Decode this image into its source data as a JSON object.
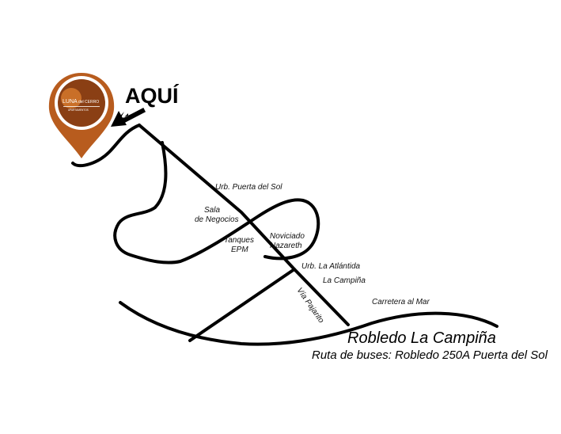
{
  "map": {
    "colors": {
      "road": "#000000",
      "pin_outer": "#b85c1e",
      "pin_inner": "#8a3f14",
      "background": "#ffffff"
    },
    "here_label": "AQUÍ",
    "logo": {
      "name_part1": "LUNA",
      "name_part2": "del CERRO",
      "tagline": "APARTAMENTOS"
    },
    "labels": {
      "urb_puerta_del_sol": "Urb. Puerta del Sol",
      "sala_line1": "Sala",
      "sala_line2": "de Negocios",
      "tanques_line1": "Tanques",
      "tanques_line2": "EPM",
      "noviciado_line1": "Noviciado",
      "noviciado_line2": "Nazareth",
      "urb_la_atlantida": "Urb. La Atlántida",
      "la_campina": "La Campiña",
      "via_pajarito": "Vía Pajarito",
      "carretera_al_mar": "Carretera al Mar",
      "robledo": "Robledo La Campiña",
      "ruta_buses": "Ruta de buses: Robledo 250A Puerta del Sol"
    }
  }
}
